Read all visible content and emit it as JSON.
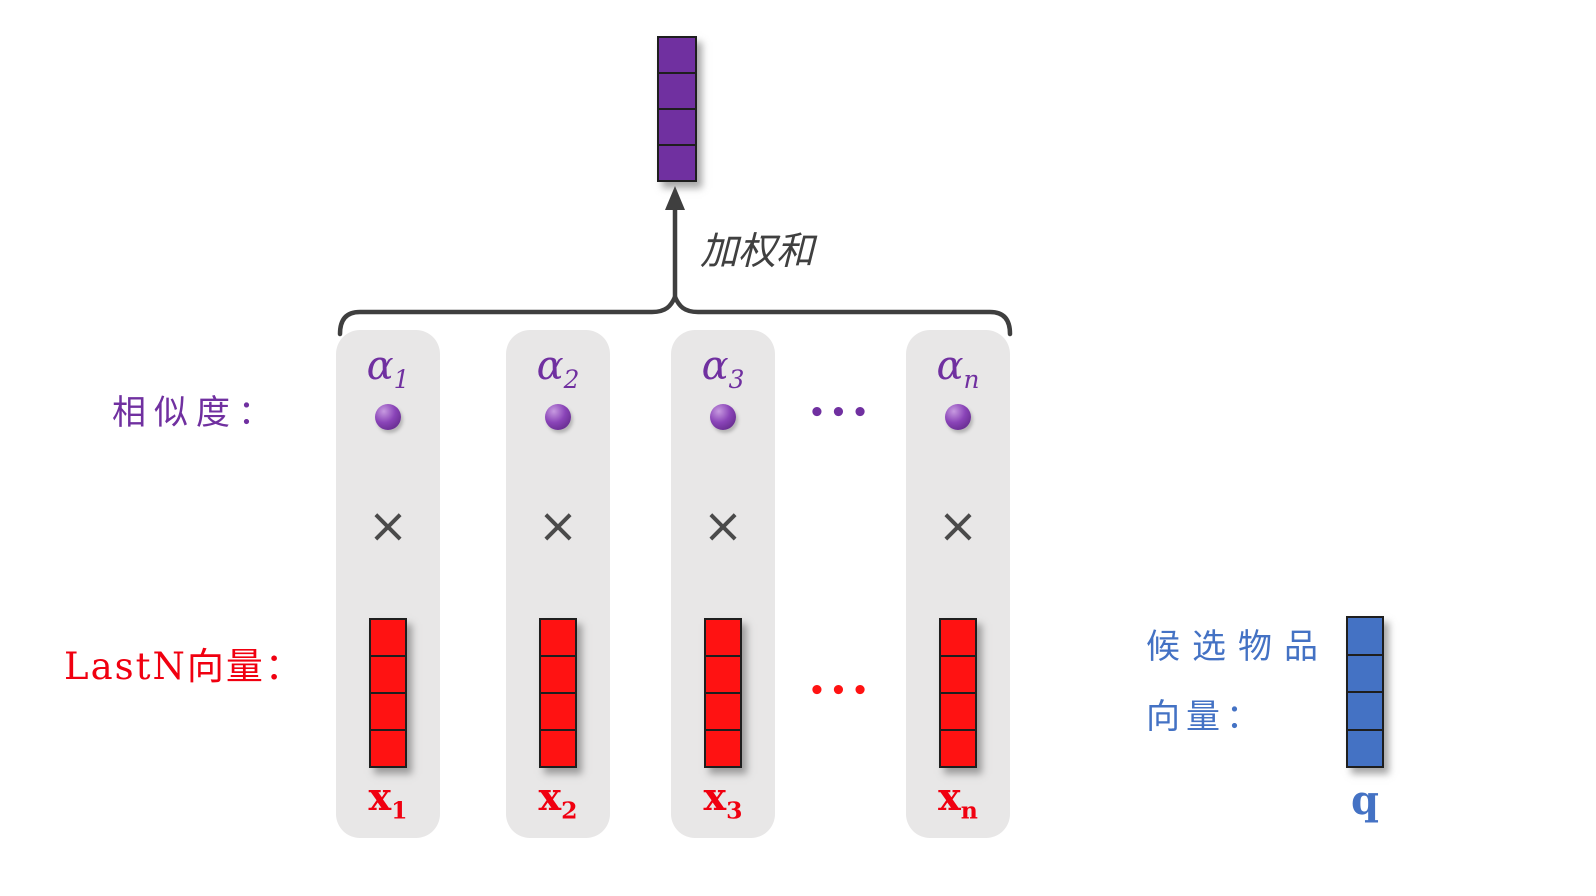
{
  "labels": {
    "weighted_sum": "加权和",
    "similarity": "相似度：",
    "lastn_vectors": "LastN向量：",
    "candidate_item_line1": "候选物品",
    "candidate_item_line2": "向量：",
    "query_vector": "q"
  },
  "symbols": {
    "times": "×",
    "dots_similarity": "•••",
    "dots_vectors": "•••"
  },
  "columns": [
    {
      "alpha_base": "α",
      "alpha_sub": "1",
      "x_base": "x",
      "x_sub": "1"
    },
    {
      "alpha_base": "α",
      "alpha_sub": "2",
      "x_base": "x",
      "x_sub": "2"
    },
    {
      "alpha_base": "α",
      "alpha_sub": "3",
      "x_base": "x",
      "x_sub": "3"
    },
    {
      "alpha_base": "α",
      "alpha_sub": "n",
      "x_base": "x",
      "x_sub": "n"
    }
  ],
  "vectors": {
    "output_cells": 4,
    "lastn_cells": 4,
    "candidate_cells": 4
  },
  "colors": {
    "purple": "#7030A0",
    "red": "#FF1212",
    "blue": "#4472C4",
    "column_gray": "#E8E7E7",
    "stroke_gray": "#3F3F3F"
  }
}
